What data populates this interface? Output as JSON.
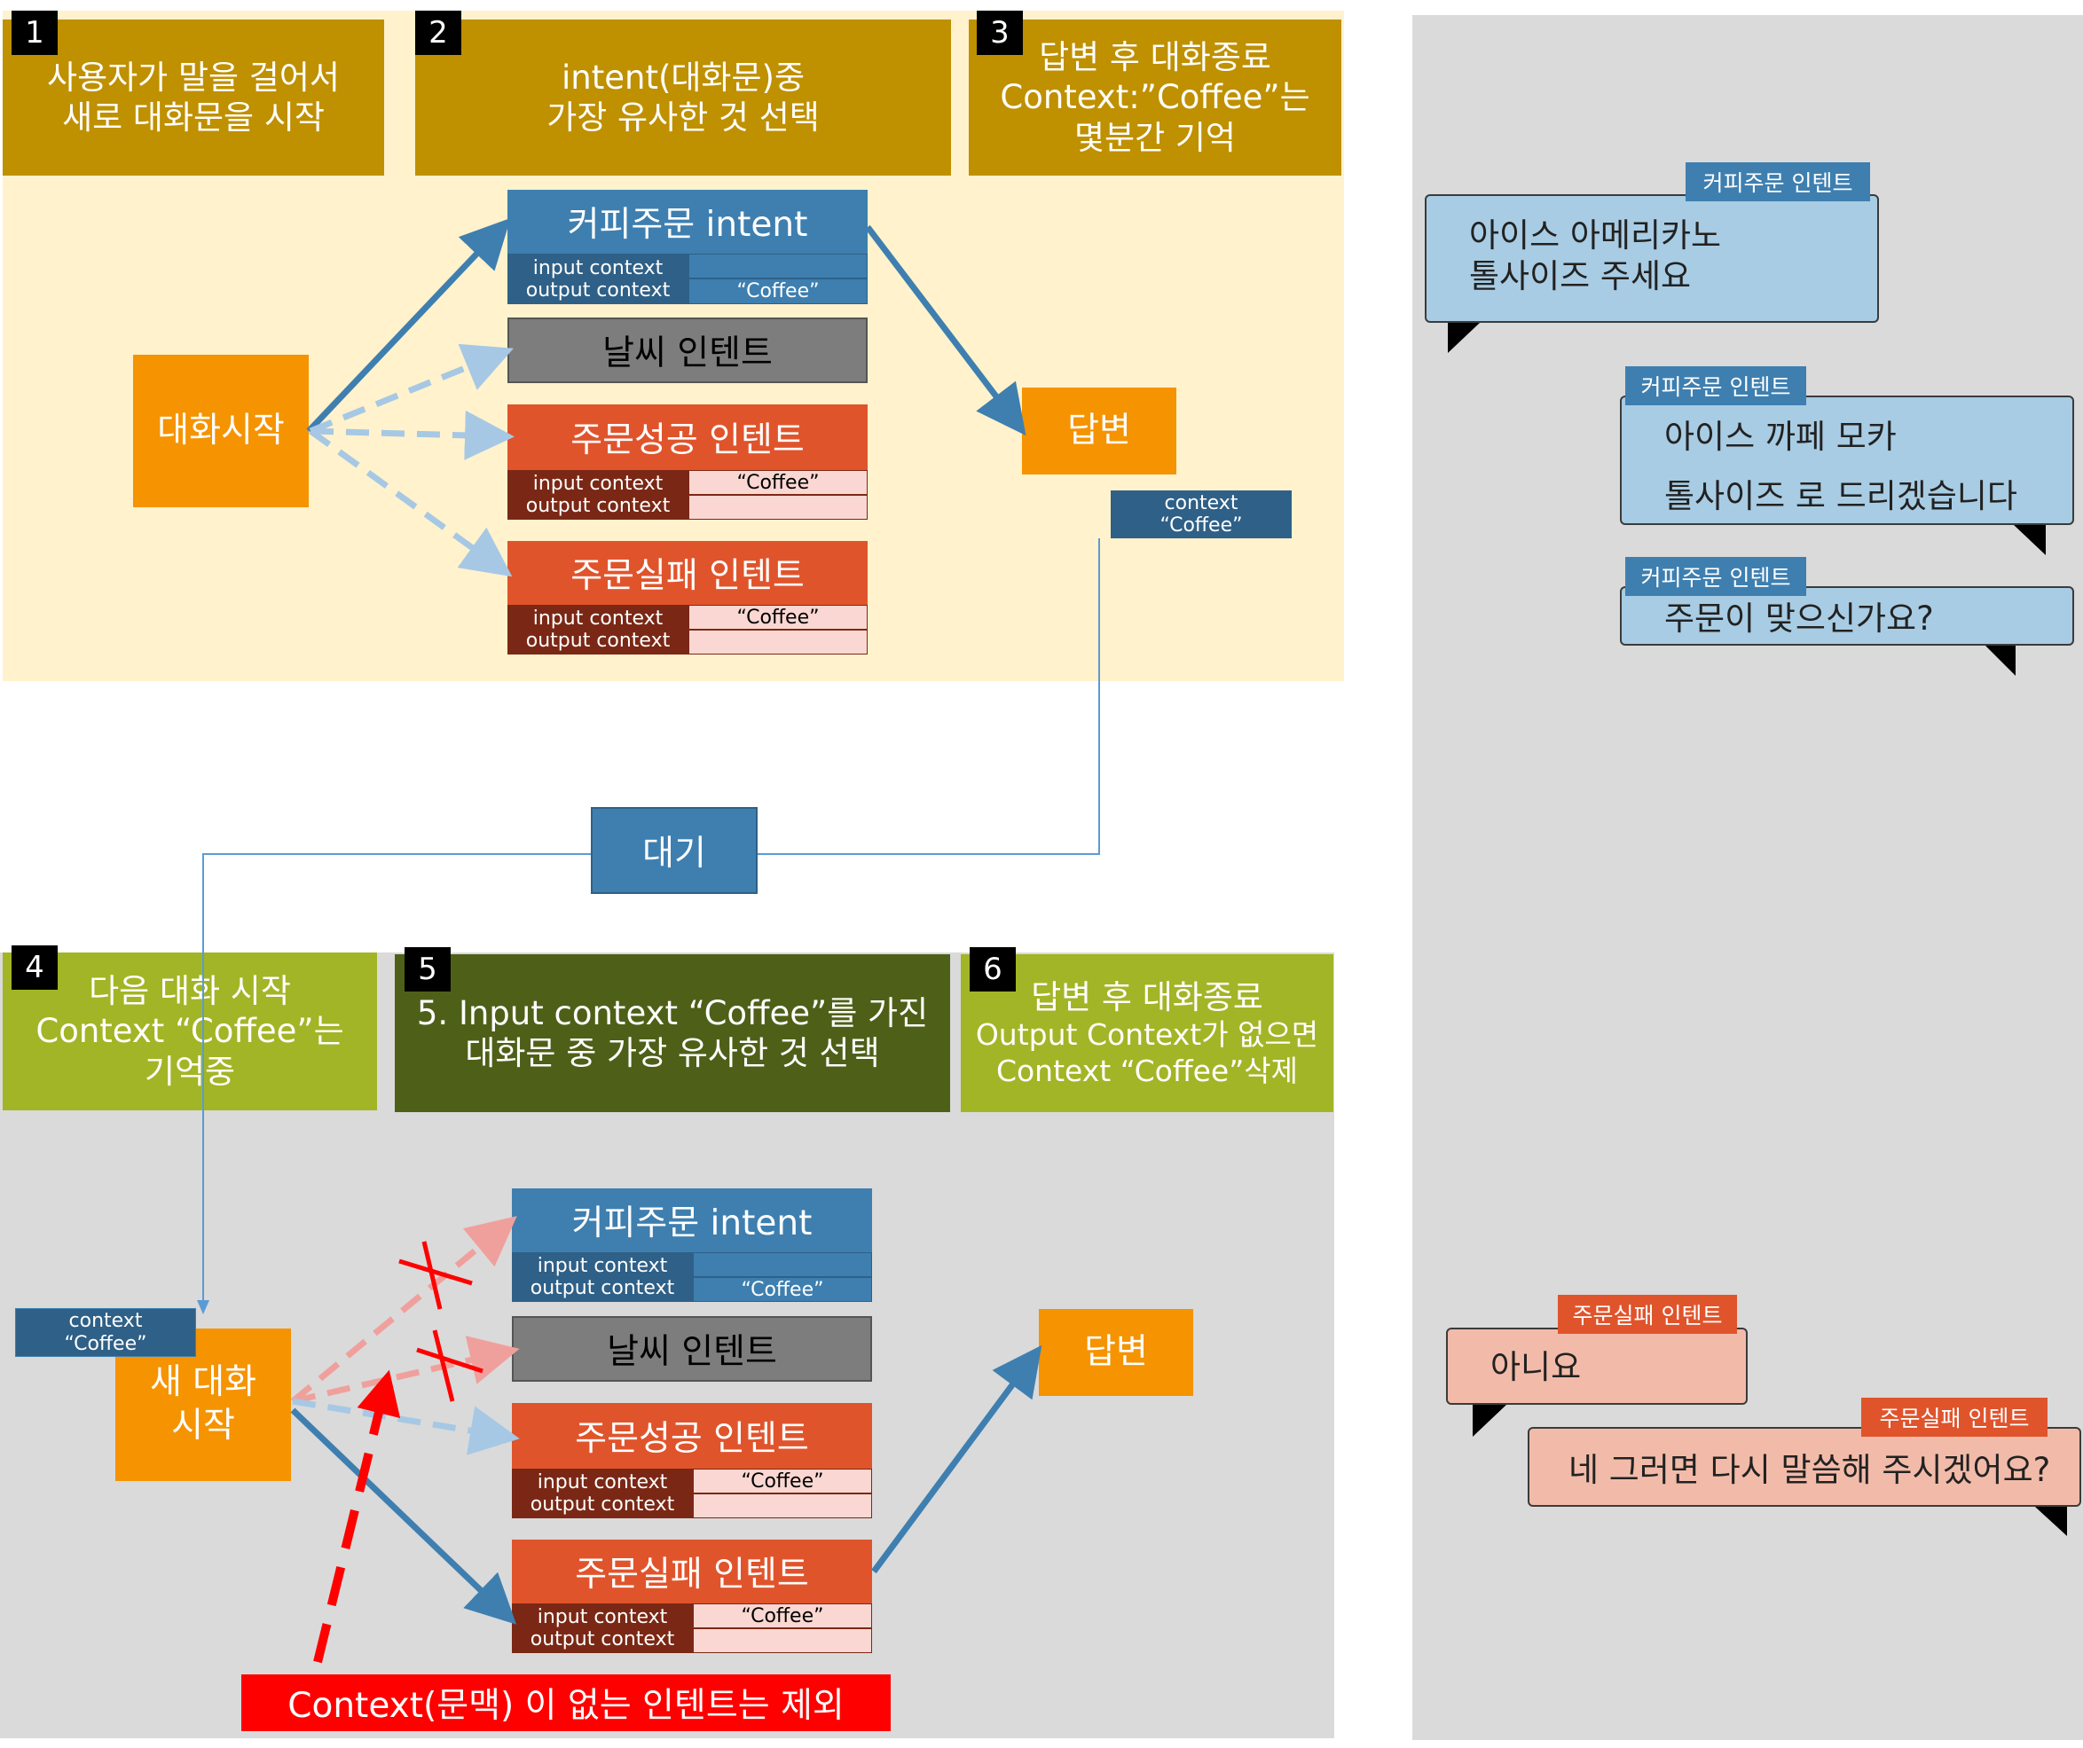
{
  "steps": [
    {
      "number": "1",
      "text": [
        "사용자가 말을 걸어서",
        "새로 대화문을 시작"
      ]
    },
    {
      "number": "2",
      "text": [
        "intent(대화문)중",
        "가장 유사한 것 선택"
      ]
    },
    {
      "number": "3",
      "text": [
        "답변 후 대화종료",
        "Context:”Coffee”는",
        "몇분간 기억"
      ]
    },
    {
      "number": "4",
      "text": [
        "다음 대화 시작",
        "Context “Coffee”는",
        "기억중"
      ]
    },
    {
      "number": "5",
      "text": [
        "5. Input context “Coffee”를 가진",
        "대화문 중 가장 유사한 것 선택"
      ]
    },
    {
      "number": "6",
      "text": [
        "답변 후 대화종료",
        "Output Context가 없으면",
        "Context “Coffee”삭제"
      ]
    }
  ],
  "top": {
    "start": "대화시작",
    "coffee_intent": {
      "title": "커피주문 intent",
      "input_label": "input context",
      "output_label": "output context",
      "output_value": "“Coffee”"
    },
    "weather_intent": {
      "title": "날씨 인텐트"
    },
    "success_intent": {
      "title": "주문성공 인텐트",
      "input_label": "input context",
      "input_value": "“Coffee”",
      "output_label": "output context"
    },
    "fail_intent": {
      "title": "주문실패 인텐트",
      "input_label": "input context",
      "input_value": "“Coffee”",
      "output_label": "output context"
    },
    "answer": "답변",
    "context_label": "context",
    "context_value": "“Coffee”"
  },
  "wait": "대기",
  "bottom": {
    "context_label": "context",
    "context_value": "“Coffee”",
    "start": [
      "새 대화",
      "시작"
    ],
    "coffee_intent": {
      "title": "커피주문 intent",
      "input_label": "input context",
      "output_label": "output context",
      "output_value": "“Coffee”"
    },
    "weather_intent": {
      "title": "날씨 인텐트"
    },
    "success_intent": {
      "title": "주문성공 인텐트",
      "input_label": "input context",
      "input_value": "“Coffee”",
      "output_label": "output context"
    },
    "fail_intent": {
      "title": "주문실패 인텐트",
      "input_label": "input context",
      "input_value": "“Coffee”",
      "output_label": "output context"
    },
    "answer": "답변",
    "exclude_note": "Context(문맥) 이 없는 인텐트는 제외"
  },
  "chat": [
    {
      "tag": "커피주문 인텐트",
      "lines": [
        "아이스 아메리카노",
        "톨사이즈 주세요"
      ],
      "color": "blue"
    },
    {
      "tag": "커피주문 인텐트",
      "lines": [
        "아이스 까페 모카",
        "톨사이즈 로 드리겠습니다"
      ],
      "color": "blue"
    },
    {
      "tag": "커피주문 인텐트",
      "lines": [
        "주문이 맞으신가요?"
      ],
      "color": "blue"
    },
    {
      "tag": "주문실패 인텐트",
      "lines": [
        "아니요"
      ],
      "color": "pink"
    },
    {
      "tag": "주문실패 인텐트",
      "lines": [
        "네 그러면 다시 말씀해 주시겠어요?"
      ],
      "color": "pink"
    }
  ],
  "colors": {
    "gold": "#bf9000",
    "lime": "#a2b526",
    "olive": "#4e6018",
    "blue": "#3e7fb0",
    "red": "#e0542c",
    "orange": "#f59300",
    "gray": "#7d7d7d",
    "alert": "#ff0000"
  }
}
